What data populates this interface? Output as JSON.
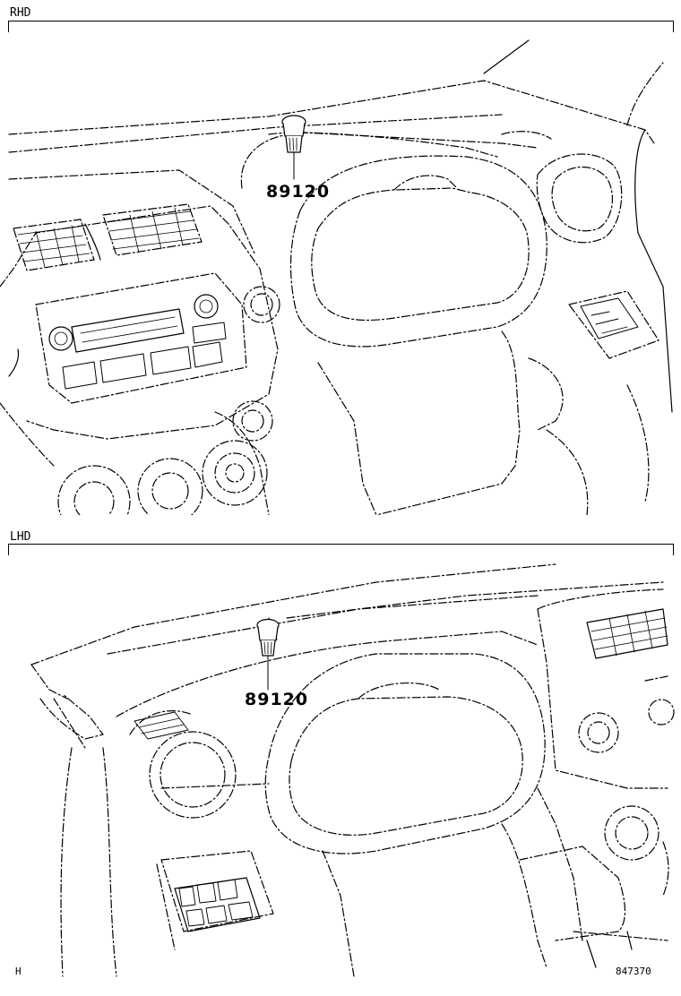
{
  "sections": [
    {
      "label": "RHD",
      "part_number": "89120"
    },
    {
      "label": "LHD",
      "part_number": "89120"
    }
  ],
  "footer": {
    "left_code": "H",
    "right_code": "847370"
  }
}
